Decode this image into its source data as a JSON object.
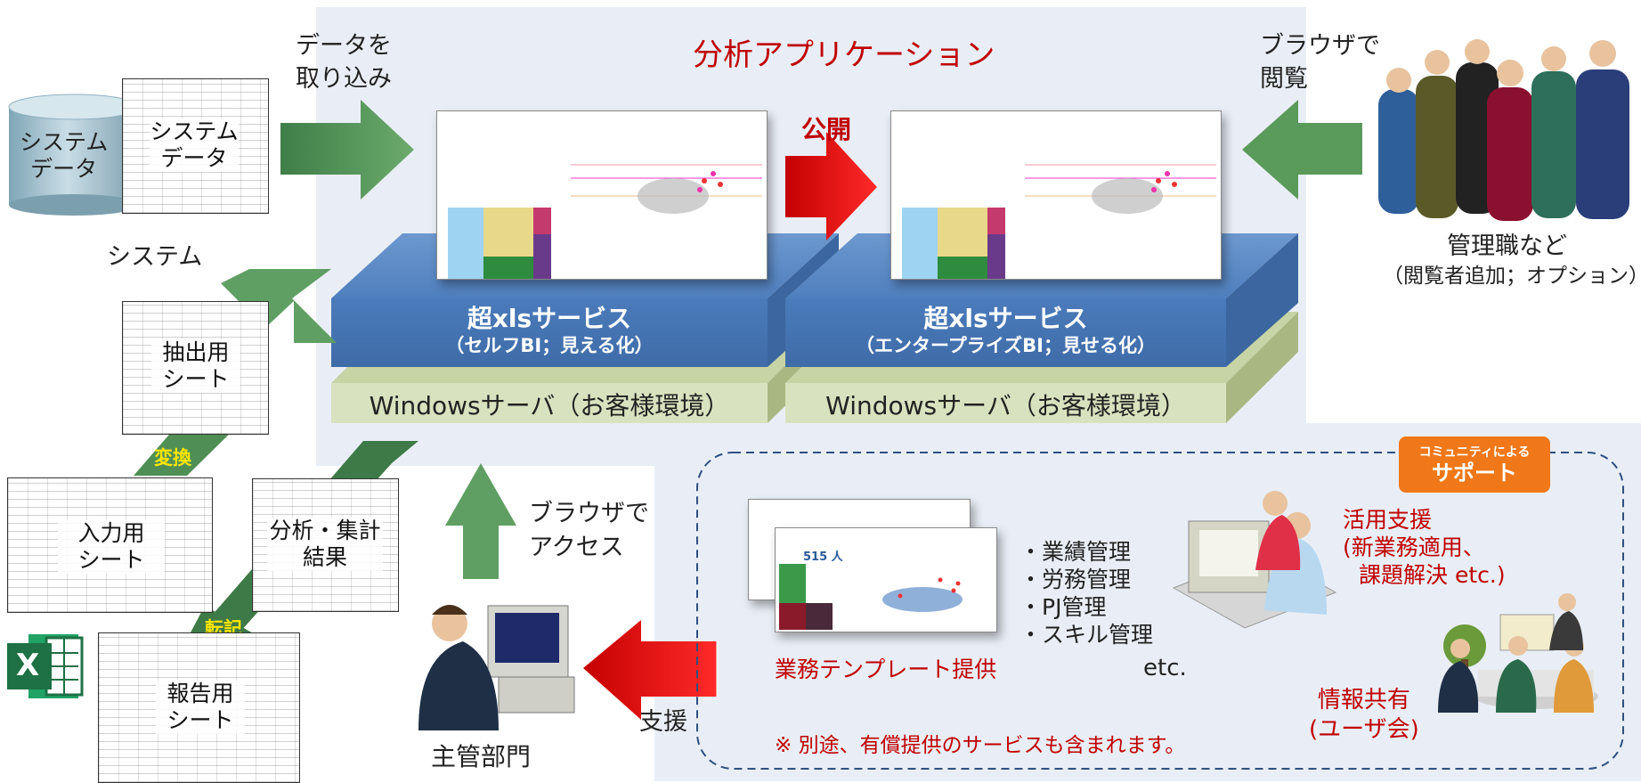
{
  "header": {
    "title": "分析アプリケーション"
  },
  "left": {
    "cylinder_label": [
      "システム",
      "データ"
    ],
    "system_sheet_label": [
      "システム",
      "データ"
    ],
    "system_caption": "システム",
    "import_label": [
      "データを",
      "取り込み"
    ],
    "extract_sheet_label": [
      "抽出用",
      "シート"
    ],
    "convert_label": "変換",
    "input_sheet_label": [
      "入力用",
      "シート"
    ],
    "result_sheet_label": [
      "分析・集計",
      "結果"
    ],
    "transcribe_label": "転記",
    "report_sheet_label": [
      "報告用",
      "シート"
    ],
    "excel_logo_letter": "X"
  },
  "servers": {
    "publish_label": "公開",
    "left_service": {
      "title": "超xlsサービス",
      "subtitle": "（セルフBI；見える化）"
    },
    "right_service": {
      "title": "超xlsサービス",
      "subtitle": "（エンタープライズBI；見せる化）"
    },
    "left_windows": "Windowsサーバ（お客様環境）",
    "right_windows": "Windowsサーバ（お客様環境）",
    "browser_access": [
      "ブラウザで",
      "アクセス"
    ]
  },
  "right": {
    "browse_label": [
      "ブラウザで",
      "閲覧"
    ],
    "managers_label": "管理職など",
    "managers_sub": "（閲覧者追加；オプション）"
  },
  "support": {
    "badge_line1": "コミュニティによる",
    "badge_line2": "サポート",
    "template_caption": "業務テンプレート提供",
    "template_number": "515 人",
    "list": [
      "・業績管理",
      "・労務管理",
      "・PJ管理",
      "・スキル管理"
    ],
    "etc": "etc.",
    "utilization": [
      "活用支援",
      "(新業務適用、",
      "課題解決 etc.)"
    ],
    "info_share": [
      "情報共有",
      "(ユーザ会)"
    ],
    "note": "※ 別途、有償提供のサービスも含まれます。",
    "help_label": "支援",
    "department_label": "主管部門"
  },
  "colors": {
    "accent_red": "#c00000",
    "service_blue": "#4a7cbf",
    "server_green": "#d8e2bf",
    "arrow_green": "#5a9a5a",
    "arrow_red": "#e01818",
    "badge_orange": "#f07818",
    "excel_green": "#1d7145"
  },
  "icons": [
    "database-cylinder-icon",
    "excel-logo-icon",
    "people-group-icon",
    "pc-user-icon",
    "meeting-icon",
    "consulting-icon"
  ]
}
